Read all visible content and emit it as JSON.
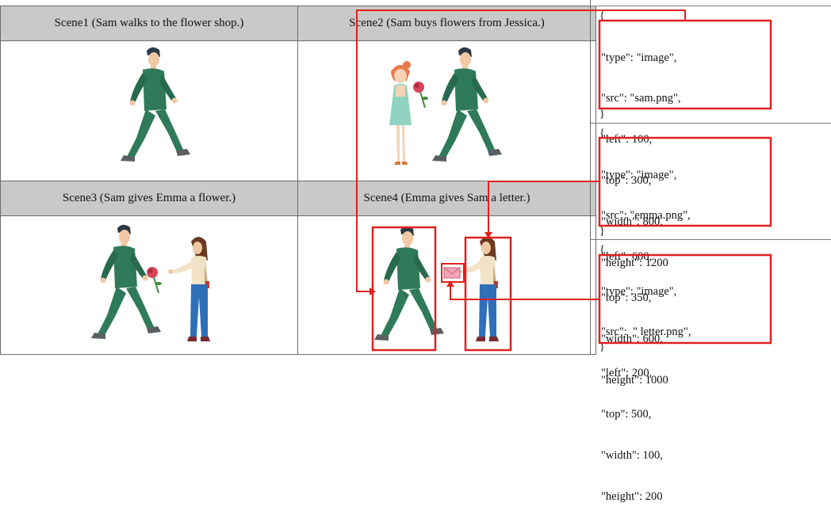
{
  "scenes": [
    {
      "caption": "Scene1 (Sam walks to the flower shop.)"
    },
    {
      "caption": "Scene2 (Sam buys flowers from Jessica.)"
    },
    {
      "caption": "Scene3 (Sam gives Emma a flower.)"
    },
    {
      "caption": "Scene4 (Emma gives Sam a letter.)"
    }
  ],
  "json_blocks": [
    {
      "open": "{",
      "lines": [
        "\"type\": \"image\",",
        "\"src\": \"sam.png\",",
        "\"left\": 100,",
        "\"top\": 300,",
        "\"width\": 800,",
        "\"height\": 1200"
      ],
      "close": "}"
    },
    {
      "open": "{",
      "lines": [
        "\"type\": \"image\",",
        "\"src\": \"emma.png\",",
        "\"left\": 600,",
        "\"top\": 350,",
        "\"width\": 600,",
        "\"height\": 1000"
      ],
      "close": "}"
    },
    {
      "open": "{",
      "lines": [
        "\"type\": \"image\",",
        "\"src\":  \" letter.png\",",
        "\"left\": 200,",
        "\"top\": 500,",
        "\"width\": 100,",
        "\"height\": 200"
      ],
      "close": "}"
    }
  ],
  "colors": {
    "header_bg": "#c9c9c9",
    "highlight": "#e02020",
    "sam_jacket": "#2f7a5a",
    "emma_pants": "#2e6fb8",
    "emma_top": "#f2e2c8",
    "jessica_hair": "#e8784a",
    "jessica_dress": "#8fd3c0",
    "rose": "#d9465a",
    "letter": "#f4a6b8"
  },
  "icons": [
    "sam-walking-figure",
    "jessica-figure",
    "emma-figure",
    "rose-icon",
    "letter-icon"
  ]
}
